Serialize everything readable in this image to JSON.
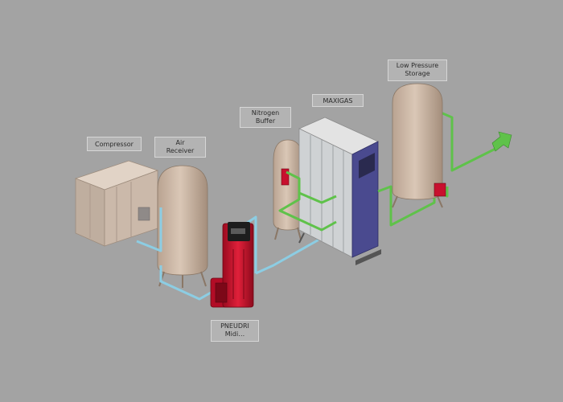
{
  "labels": {
    "compressor": "Compressor",
    "air_receiver": "Air\nReceiver",
    "nitrogen_buffer": "Nitrogen\nBuffer",
    "maxigas": "MAXIGAS",
    "low_pressure_storage": "Low Pressure\nStorage",
    "pneudri": "PNEUDRI\nMidi…"
  },
  "colors": {
    "background": "#a3a3a3",
    "air_pipe": "#8ccde3",
    "nitrogen_pipe": "#5fc24a",
    "dryer_red": "#c8102e",
    "generator_purple": "#4a4a8f",
    "tank": "#cdb8a6"
  },
  "icons": {
    "outlet": "green-arrow-icon"
  }
}
